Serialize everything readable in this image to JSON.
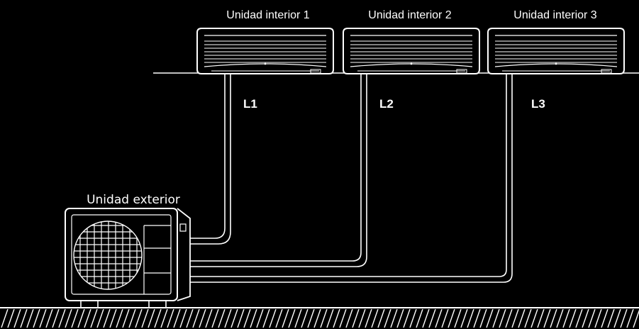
{
  "indoor_units": [
    {
      "label": "Unidad interior 1",
      "pipe_label": "L1"
    },
    {
      "label": "Unidad interior 2",
      "pipe_label": "L2"
    },
    {
      "label": "Unidad interior 3",
      "pipe_label": "L3"
    }
  ],
  "outdoor_unit": {
    "label": "Unidad exterior"
  },
  "colors": {
    "background": "#000000",
    "line": "#ffffff"
  }
}
